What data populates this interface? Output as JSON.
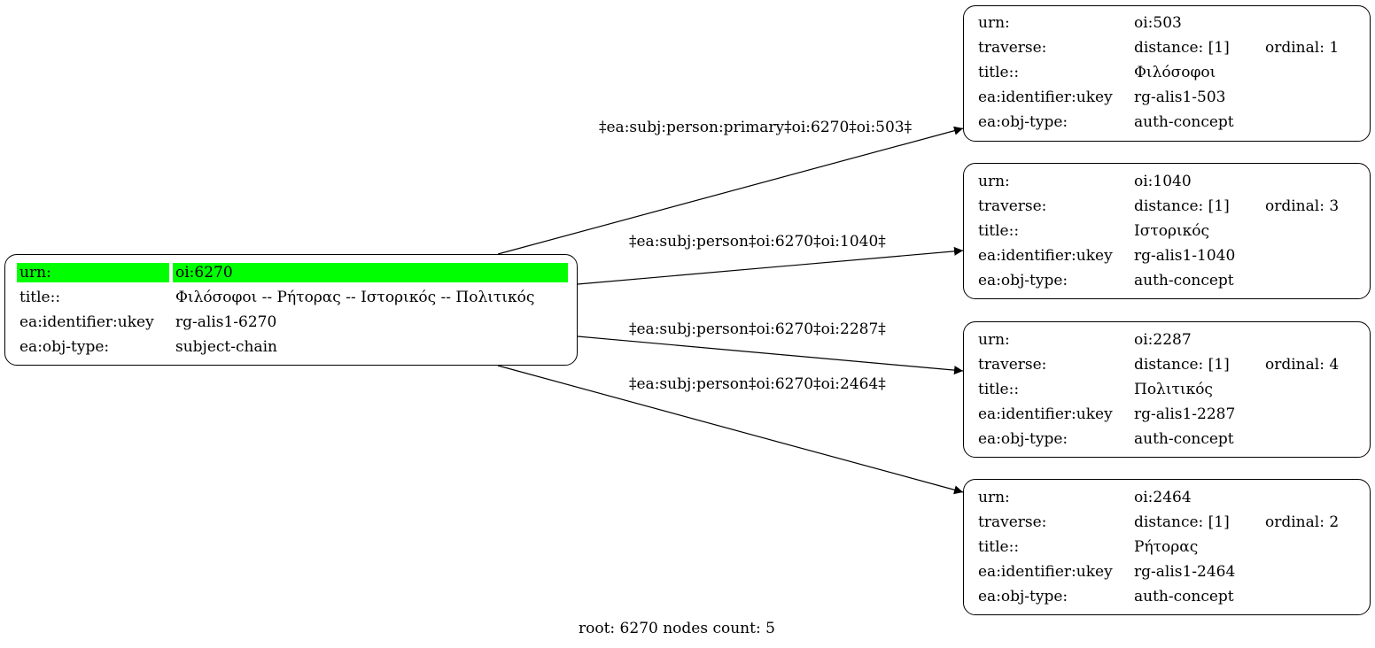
{
  "root_node": {
    "rows": [
      {
        "key": "urn:",
        "value": "oi:6270",
        "highlight": true
      },
      {
        "key": "title::",
        "value": "Φιλόσοφοι -- Ρήτορας -- Ιστορικός -- Πολιτικός"
      },
      {
        "key": "ea:identifier:ukey",
        "value": "rg-alis1-6270"
      },
      {
        "key": "ea:obj-type:",
        "value": "subject-chain"
      }
    ]
  },
  "child_nodes": [
    {
      "urn": "oi:503",
      "distance": "distance: [1]",
      "ordinal": "ordinal: 1",
      "title": "Φιλόσοφοι",
      "ukey": "rg-alis1-503",
      "obj_type": "auth-concept",
      "edge_label": "‡ea:subj:person:primary‡oi:6270‡oi:503‡"
    },
    {
      "urn": "oi:1040",
      "distance": "distance: [1]",
      "ordinal": "ordinal: 3",
      "title": "Ιστορικός",
      "ukey": "rg-alis1-1040",
      "obj_type": "auth-concept",
      "edge_label": "‡ea:subj:person‡oi:6270‡oi:1040‡"
    },
    {
      "urn": "oi:2287",
      "distance": "distance: [1]",
      "ordinal": "ordinal: 4",
      "title": "Πολιτικός",
      "ukey": "rg-alis1-2287",
      "obj_type": "auth-concept",
      "edge_label": "‡ea:subj:person‡oi:6270‡oi:2287‡"
    },
    {
      "urn": "oi:2464",
      "distance": "distance: [1]",
      "ordinal": "ordinal: 2",
      "title": "Ρήτορας",
      "ukey": "rg-alis1-2464",
      "obj_type": "auth-concept",
      "edge_label": "‡ea:subj:person‡oi:6270‡oi:2464‡"
    }
  ],
  "labels": {
    "urn": "urn:",
    "traverse": "traverse:",
    "title": "title::",
    "ukey": "ea:identifier:ukey",
    "obj_type": "ea:obj-type:"
  },
  "footer": "root: 6270 nodes count: 5",
  "colors": {
    "highlight": "#00ff00",
    "stroke": "#000000",
    "background": "#ffffff"
  }
}
